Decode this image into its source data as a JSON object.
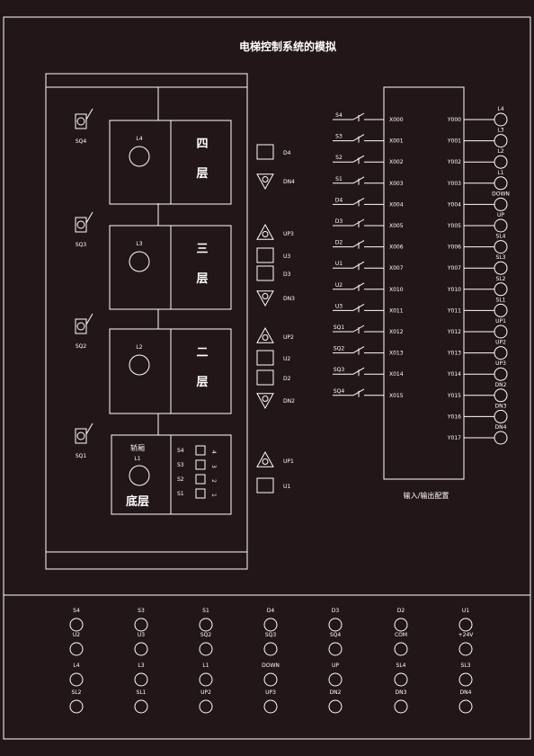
{
  "title": "电梯控制系统的模拟",
  "io_caption": "输入/输出配置",
  "floors": [
    {
      "lamp": "L4",
      "name_top": "四",
      "name_bot": "层"
    },
    {
      "lamp": "L3",
      "name_top": "三",
      "name_bot": "层"
    },
    {
      "lamp": "L2",
      "name_top": "二",
      "name_bot": "层"
    }
  ],
  "car": {
    "label": "轿厢",
    "lamp": "L1",
    "name": "底层",
    "buttons": [
      "S4",
      "S3",
      "S2",
      "S1"
    ],
    "floor_tags": [
      "4",
      "3",
      "2",
      "1"
    ]
  },
  "switches": [
    "SQ4",
    "SQ3",
    "SQ2",
    "SQ1"
  ],
  "hall_groups": [
    [
      {
        "kind": "square",
        "label": "D4"
      },
      {
        "kind": "down",
        "label": "DN4"
      }
    ],
    [
      {
        "kind": "up",
        "label": "UP3"
      },
      {
        "kind": "square",
        "label": "U3"
      },
      {
        "kind": "square",
        "label": "D3"
      },
      {
        "kind": "down",
        "label": "DN3"
      }
    ],
    [
      {
        "kind": "up",
        "label": "UP2"
      },
      {
        "kind": "square",
        "label": "U2"
      },
      {
        "kind": "square",
        "label": "D2"
      },
      {
        "kind": "down",
        "label": "DN2"
      }
    ],
    [
      {
        "kind": "up",
        "label": "UP1"
      },
      {
        "kind": "square",
        "label": "U1"
      }
    ]
  ],
  "inputs": [
    {
      "label": "S4",
      "addr": "X000"
    },
    {
      "label": "S3",
      "addr": "X001"
    },
    {
      "label": "S2",
      "addr": "X002"
    },
    {
      "label": "S1",
      "addr": "X003"
    },
    {
      "label": "D4",
      "addr": "X004"
    },
    {
      "label": "D3",
      "addr": "X005"
    },
    {
      "label": "D2",
      "addr": "X006"
    },
    {
      "label": "U1",
      "addr": "X007"
    },
    {
      "label": "U2",
      "addr": "X010"
    },
    {
      "label": "U3",
      "addr": "X011"
    },
    {
      "label": "SQ1",
      "addr": "X012"
    },
    {
      "label": "SQ2",
      "addr": "X013"
    },
    {
      "label": "SQ3",
      "addr": "X014"
    },
    {
      "label": "SQ4",
      "addr": "X015"
    }
  ],
  "outputs": [
    {
      "addr": "Y000",
      "label": "L4"
    },
    {
      "addr": "Y001",
      "label": "L3"
    },
    {
      "addr": "Y002",
      "label": "L2"
    },
    {
      "addr": "Y003",
      "label": "L1"
    },
    {
      "addr": "Y004",
      "label": "DOWN"
    },
    {
      "addr": "Y005",
      "label": "UP"
    },
    {
      "addr": "Y006",
      "label": "SL4"
    },
    {
      "addr": "Y007",
      "label": "SL3"
    },
    {
      "addr": "Y010",
      "label": "SL2"
    },
    {
      "addr": "Y011",
      "label": "SL1"
    },
    {
      "addr": "Y012",
      "label": "UP1"
    },
    {
      "addr": "Y013",
      "label": "UP2"
    },
    {
      "addr": "Y014",
      "label": "UP3"
    },
    {
      "addr": "Y015",
      "label": "DN2"
    },
    {
      "addr": "Y016",
      "label": "DN3"
    },
    {
      "addr": "Y017",
      "label": "DN4"
    }
  ],
  "terminals": [
    [
      "S4",
      "S3",
      "S1",
      "D4",
      "D3",
      "D2",
      "U1"
    ],
    [
      "U2",
      "U3",
      "SQ2",
      "SQ3",
      "SQ4",
      "COM",
      "+24V"
    ],
    [
      "L4",
      "L3",
      "L1",
      "DOWN",
      "UP",
      "SL4",
      "SL3"
    ],
    [
      "SL2",
      "SL1",
      "UP2",
      "UP3",
      "DN2",
      "DN3",
      "DN4"
    ]
  ]
}
